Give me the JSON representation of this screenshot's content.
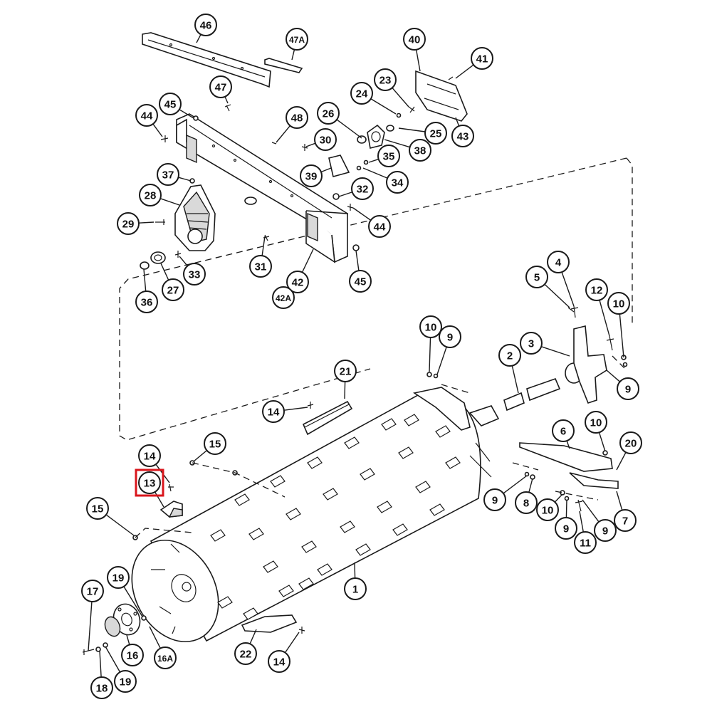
{
  "diagram": {
    "highlight_color": "#d9161c",
    "highlighted_callout": "13",
    "callouts": [
      {
        "label": "46"
      },
      {
        "label": "47A"
      },
      {
        "label": "47"
      },
      {
        "label": "40"
      },
      {
        "label": "41"
      },
      {
        "label": "23"
      },
      {
        "label": "24"
      },
      {
        "label": "25"
      },
      {
        "label": "43"
      },
      {
        "label": "26"
      },
      {
        "label": "38"
      },
      {
        "label": "48"
      },
      {
        "label": "30"
      },
      {
        "label": "35"
      },
      {
        "label": "34"
      },
      {
        "label": "39"
      },
      {
        "label": "32"
      },
      {
        "label": "44"
      },
      {
        "label": "45"
      },
      {
        "label": "44"
      },
      {
        "label": "37"
      },
      {
        "label": "28"
      },
      {
        "label": "29"
      },
      {
        "label": "31"
      },
      {
        "label": "42"
      },
      {
        "label": "42A"
      },
      {
        "label": "45"
      },
      {
        "label": "33"
      },
      {
        "label": "27"
      },
      {
        "label": "36"
      },
      {
        "label": "4"
      },
      {
        "label": "5"
      },
      {
        "label": "12"
      },
      {
        "label": "10"
      },
      {
        "label": "3"
      },
      {
        "label": "10"
      },
      {
        "label": "9"
      },
      {
        "label": "2"
      },
      {
        "label": "9"
      },
      {
        "label": "21"
      },
      {
        "label": "14"
      },
      {
        "label": "6"
      },
      {
        "label": "10"
      },
      {
        "label": "20"
      },
      {
        "label": "15"
      },
      {
        "label": "14"
      },
      {
        "label": "13"
      },
      {
        "label": "9"
      },
      {
        "label": "8"
      },
      {
        "label": "10"
      },
      {
        "label": "7"
      },
      {
        "label": "9"
      },
      {
        "label": "11"
      },
      {
        "label": "9"
      },
      {
        "label": "15"
      },
      {
        "label": "1"
      },
      {
        "label": "17"
      },
      {
        "label": "19"
      },
      {
        "label": "16"
      },
      {
        "label": "16A"
      },
      {
        "label": "22"
      },
      {
        "label": "14"
      },
      {
        "label": "18"
      },
      {
        "label": "19"
      }
    ]
  }
}
